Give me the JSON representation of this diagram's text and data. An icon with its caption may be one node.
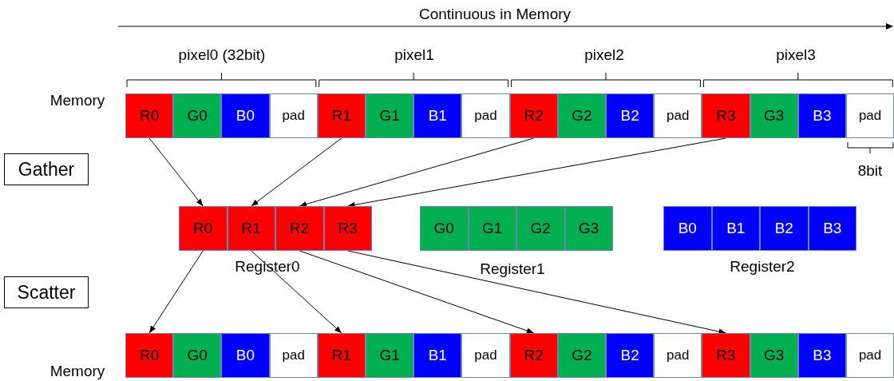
{
  "diagram": {
    "nodes": [
      {
        "text": [
          "R0"
        ]
      },
      {
        "text": [
          "G0"
        ]
      },
      {
        "text": [
          "B0"
        ]
      },
      {
        "text": [
          "pad"
        ]
      },
      {
        "text": [
          "R1"
        ]
      },
      {
        "text": [
          "G1"
        ]
      },
      {
        "text": [
          "B1"
        ]
      },
      {
        "text": [
          "pad"
        ]
      },
      {
        "text": [
          "R2"
        ]
      },
      {
        "text": [
          "G2"
        ]
      },
      {
        "text": [
          "B2"
        ]
      },
      {
        "text": [
          "pad"
        ]
      },
      {
        "text": [
          "R3"
        ]
      },
      {
        "text": [
          "G3"
        ]
      },
      {
        "text": [
          "B3"
        ]
      },
      {
        "text": [
          "pad"
        ]
      },
      {
        "text": [
          "Gather"
        ]
      },
      {
        "text": [
          "R0"
        ]
      },
      {
        "text": [
          "R1"
        ]
      },
      {
        "text": [
          "R2"
        ]
      },
      {
        "text": [
          "R3"
        ]
      },
      {
        "text": [
          "G0"
        ]
      },
      {
        "text": [
          "G1"
        ]
      },
      {
        "text": [
          "G2"
        ]
      },
      {
        "text": [
          "G3"
        ]
      },
      {
        "text": [
          "B0"
        ]
      },
      {
        "text": [
          "B1"
        ]
      },
      {
        "text": [
          "B2"
        ]
      },
      {
        "text": [
          "B3"
        ]
      },
      {
        "text": [
          "Scatter"
        ]
      },
      {
        "text": [
          "R0"
        ]
      },
      {
        "text": [
          "G0"
        ]
      },
      {
        "text": [
          "B0"
        ]
      },
      {
        "text": [
          "pad"
        ]
      },
      {
        "text": [
          "R1"
        ]
      },
      {
        "text": [
          "G1"
        ]
      },
      {
        "text": [
          "B1"
        ]
      },
      {
        "text": [
          "pad"
        ]
      },
      {
        "text": [
          "R2"
        ]
      },
      {
        "text": [
          "G2"
        ]
      },
      {
        "text": [
          "B2"
        ]
      },
      {
        "text": [
          "pad"
        ]
      },
      {
        "text": [
          "R3"
        ]
      },
      {
        "text": [
          "G3"
        ]
      },
      {
        "text": [
          "B3"
        ]
      },
      {
        "text": [
          "pad"
        ]
      }
    ],
    "edges": [
      {
        "from": 0,
        "to": 17,
        "arrow": "to"
      },
      {
        "from": 4,
        "to": 18,
        "arrow": "to"
      },
      {
        "from": 8,
        "to": 19,
        "arrow": "to"
      },
      {
        "from": 12,
        "to": 20,
        "arrow": "to"
      },
      {
        "from": 17,
        "to": 30,
        "arrow": "to"
      },
      {
        "from": 18,
        "to": 34,
        "arrow": "to"
      },
      {
        "from": 19,
        "to": 38,
        "arrow": "to"
      },
      {
        "from": 20,
        "to": 42,
        "arrow": "to"
      }
    ],
    "labels": [
      "Continuous in Memory",
      "pixel0 (32bit)",
      "pixel1",
      "pixel2",
      "pixel3",
      "Memory",
      "8bit",
      "Register0",
      "Register1",
      "Register2",
      "Memory"
    ]
  }
}
